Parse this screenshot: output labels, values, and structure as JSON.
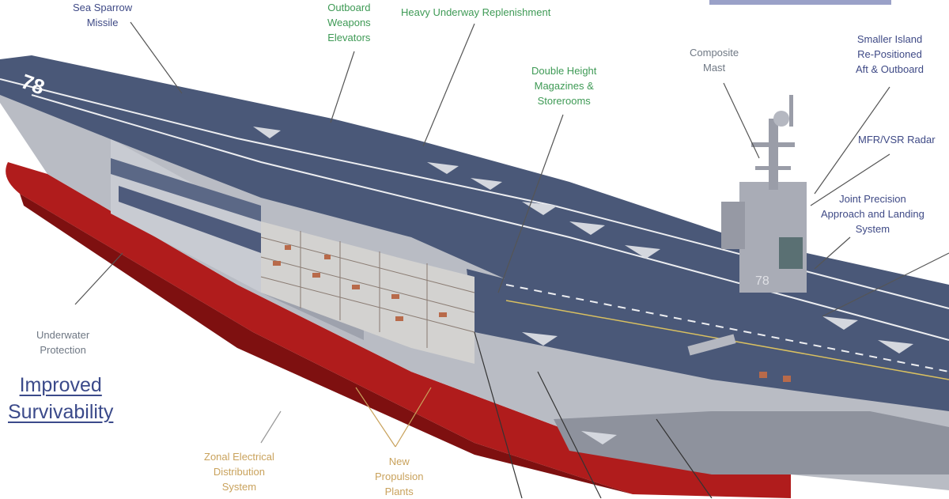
{
  "banner": {
    "color": "#9aa1c8"
  },
  "heading": {
    "line1": "Improved",
    "line2": "Survivability"
  },
  "labels": {
    "sea_sparrow": [
      "Sea Sparrow",
      "Missile"
    ],
    "outboard_elevators": [
      "Outboard",
      "Weapons",
      "Elevators"
    ],
    "heavy_replenishment": "Heavy Underway Replenishment",
    "double_height": [
      "Double Height",
      "Magazines &",
      "Storerooms"
    ],
    "composite_mast": [
      "Composite",
      "Mast"
    ],
    "smaller_island": [
      "Smaller Island",
      "Re-Positioned",
      "Aft & Outboard"
    ],
    "mfr_vsr": "MFR/VSR Radar",
    "jpals": [
      "Joint Precision",
      "Approach and Landing",
      "System"
    ],
    "underwater": [
      "Underwater",
      "Protection"
    ],
    "zonal_electrical": [
      "Zonal Electrical",
      "Distribution",
      "System"
    ],
    "propulsion": [
      "New",
      "Propulsion",
      "Plants"
    ]
  },
  "ship": {
    "hull_number_bow": "78",
    "hull_number_island": "78",
    "colors": {
      "deck": "#4a5878",
      "hull_gray": "#b9bcc4",
      "hull_red": "#b01c1c",
      "deck_line": "#ffffff",
      "island": "#a9acb6"
    }
  }
}
